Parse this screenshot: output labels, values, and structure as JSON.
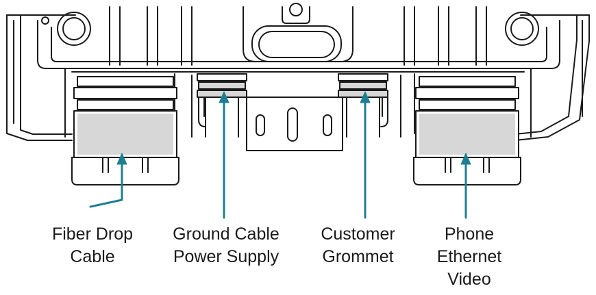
{
  "colors": {
    "callout": "#1e7f92",
    "outline": "#1a1a1a",
    "fill": "#d7d7d7",
    "background": "#ffffff"
  },
  "labels": {
    "fiber": {
      "lines": [
        "Fiber Drop",
        "Cable"
      ]
    },
    "ground": {
      "lines": [
        "Ground Cable",
        "Power Supply"
      ]
    },
    "grommet": {
      "lines": [
        "Customer",
        "Grommet"
      ]
    },
    "phone": {
      "lines": [
        "Phone",
        "Ethernet",
        "Video"
      ]
    }
  }
}
